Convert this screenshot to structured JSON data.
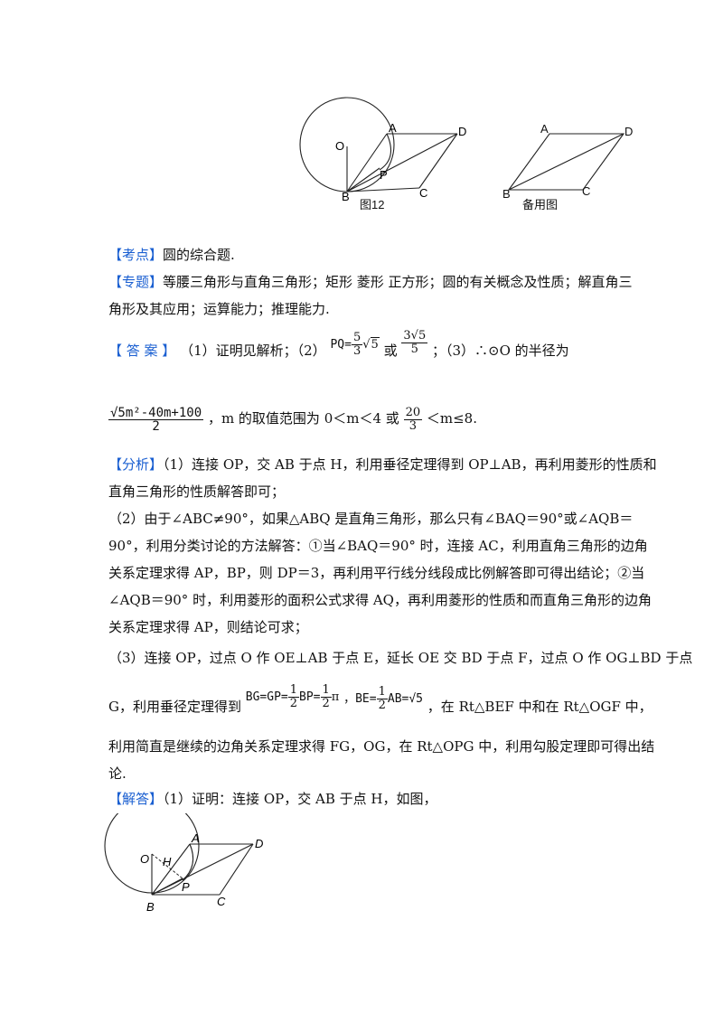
{
  "figures": {
    "fig12_caption": "图12",
    "spare_caption": "备用图",
    "labels": {
      "A": "A",
      "B": "B",
      "C": "C",
      "D": "D",
      "O": "O",
      "P": "P",
      "H": "H"
    }
  },
  "kaodian": {
    "tag": "【考点】",
    "text": "圆的综合题."
  },
  "zhuanti": {
    "tag": "【专题】",
    "line1": "等腰三角形与直角三角形；矩形 菱形 正方形；圆的有关概念及性质；解直角三",
    "line2": "角形及其应用；运算能力；推理能力."
  },
  "answer": {
    "tag": "【 答 案 】",
    "part1": "（1）证明见解析；（2）",
    "pq_lhs": "PQ=",
    "pq_frac1_num": "5",
    "pq_frac1_den": "3",
    "pq_sqrt": "5",
    "or1": "或",
    "pq_frac2_num": "3√5",
    "pq_frac2_den": "5",
    "part3": "；（3）∴⊙O 的半径为",
    "radius_num": "√5m²-40m+100",
    "radius_den": "2",
    "range_text1": "，m 的取值范围为 0＜m＜4 或",
    "range_frac_num": "20",
    "range_frac_den": "3",
    "range_text2": "＜m≤8."
  },
  "fenxi": {
    "tag": "【分析】",
    "l1": "（1）连接 OP，交 AB 于点 H，利用垂径定理得到 OP⊥AB，再利用菱形的性质和",
    "l2": "直角三角形的性质解答即可；",
    "l3": "（2）由于∠ABC≠90°，如果△ABQ 是直角三角形，那么只有∠BAQ＝90°或∠AQB＝",
    "l4": "90°，利用分类讨论的方法解答：①当∠BAQ＝90° 时，连接 AC，利用直角三角形的边角",
    "l5": "关系定理求得 AP，BP，则 DP＝3，再利用平行线分线段成比例解答即可得出结论；②当",
    "l6": "∠AQB＝90° 时，利用菱形的面积公式求得 AQ，再利用菱形的性质和而直角三角形的边角",
    "l7": "关系定理求得 AP，则结论可求；",
    "l8": "（3）连接 OP，过点 O 作 OE⊥AB 于点 E，延长 OE 交 BD 于点 F，过点 O 作 OG⊥BD 于点",
    "l9a": "G，利用垂径定理得到",
    "bg_text": "BG=GP=",
    "bg_f1_num": "1",
    "bg_f1_den": "2",
    "bg_mid": "BP=",
    "bg_f2_num": "1",
    "bg_f2_den": "2",
    "bg_end": "π",
    "be_text": "，BE=",
    "be_f_num": "1",
    "be_f_den": "2",
    "be_end": "AB=√5",
    "l9b": "，在 Rt△BEF 中和在 Rt△OGF 中，",
    "l10": "利用简直是继续的边角关系定理求得 FG，OG，在 Rt△OPG 中，利用勾股定理即可得出结",
    "l11": "论."
  },
  "jieda": {
    "tag": "【解答】",
    "text": "（1）证明：连接 OP，交 AB 于点 H，如图，"
  }
}
